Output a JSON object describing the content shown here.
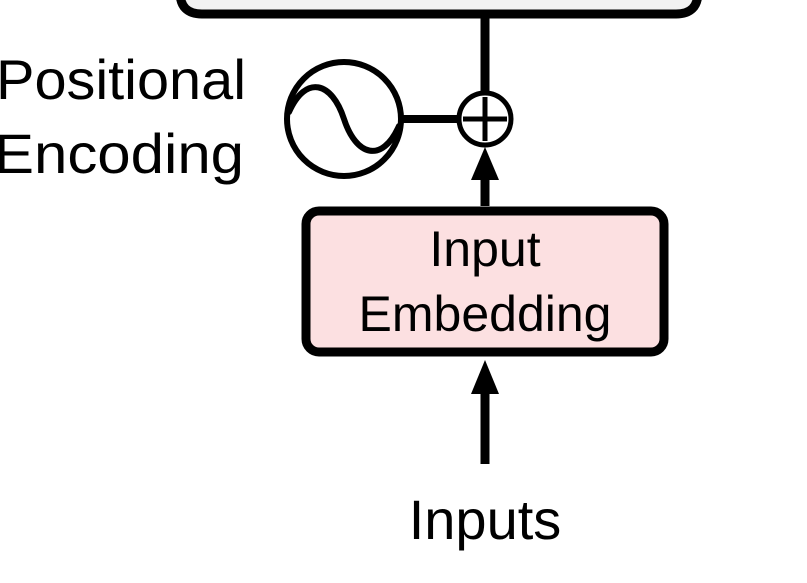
{
  "diagram": {
    "positional_encoding": {
      "line1": "Positional",
      "line2": "Encoding"
    },
    "input_embedding": {
      "line1": "Input",
      "line2": "Embedding"
    },
    "inputs_label": "Inputs",
    "colors": {
      "embedding_fill": "#fce0e1",
      "upper_block_fill": "#f2f2f2",
      "stroke": "#000000"
    },
    "icons": {
      "sine_wave": "sine-wave-icon",
      "add": "plus-circle-icon"
    }
  }
}
